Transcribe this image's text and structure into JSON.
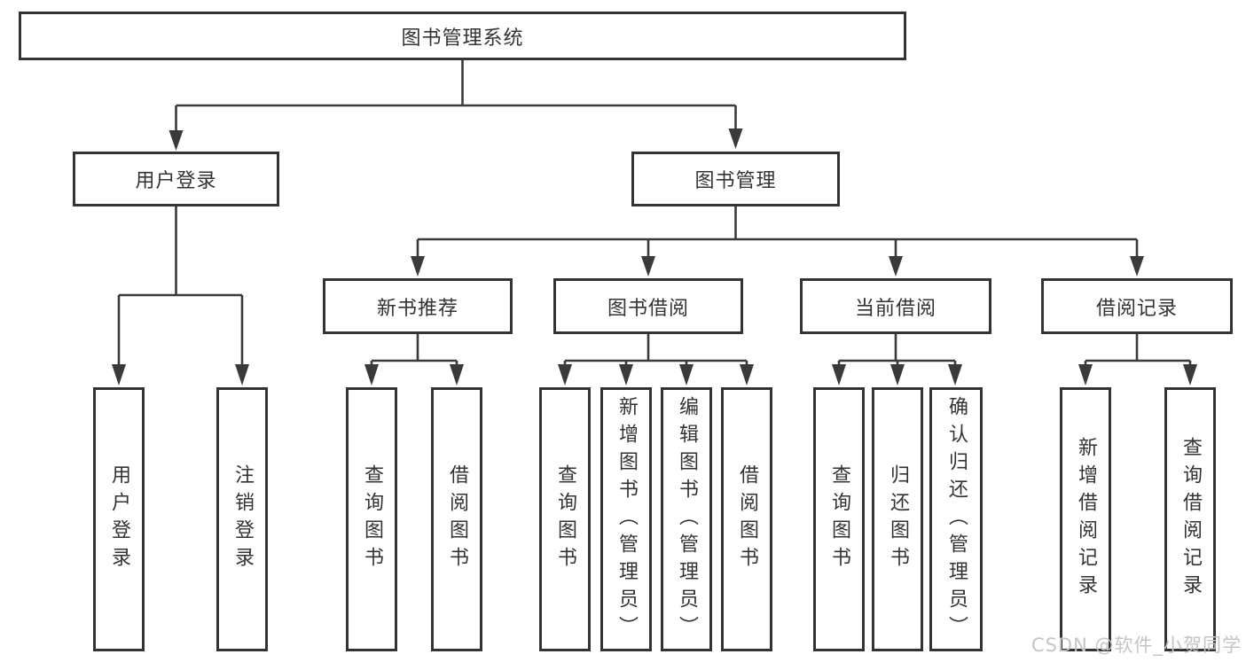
{
  "colors": {
    "line": "#3a3a3a",
    "text": "#333333",
    "box_background": "#ffffff",
    "page_background": "#ffffff",
    "watermark_text": "#c5c5c5"
  },
  "tree": {
    "root": {
      "label": "图书管理系统"
    },
    "branches": [
      {
        "label": "用户登录",
        "children": [
          {
            "label": "用户登录"
          },
          {
            "label": "注销登录"
          }
        ]
      },
      {
        "label": "图书管理",
        "children": [
          {
            "label": "新书推荐",
            "children": [
              {
                "label": "查询图书"
              },
              {
                "label": "借阅图书"
              }
            ]
          },
          {
            "label": "图书借阅",
            "children": [
              {
                "label": "查询图书"
              },
              {
                "label": "新增图书（管理员）"
              },
              {
                "label": "编辑图书（管理员）"
              },
              {
                "label": "借阅图书"
              }
            ]
          },
          {
            "label": "当前借阅",
            "children": [
              {
                "label": "查询图书"
              },
              {
                "label": "归还图书"
              },
              {
                "label": "确认归还（管理员）"
              }
            ]
          },
          {
            "label": "借阅记录",
            "children": [
              {
                "label": "新增借阅记录"
              },
              {
                "label": "查询借阅记录"
              }
            ]
          }
        ]
      }
    ]
  },
  "watermark": {
    "label": "CSDN @软件_小贺同学"
  }
}
